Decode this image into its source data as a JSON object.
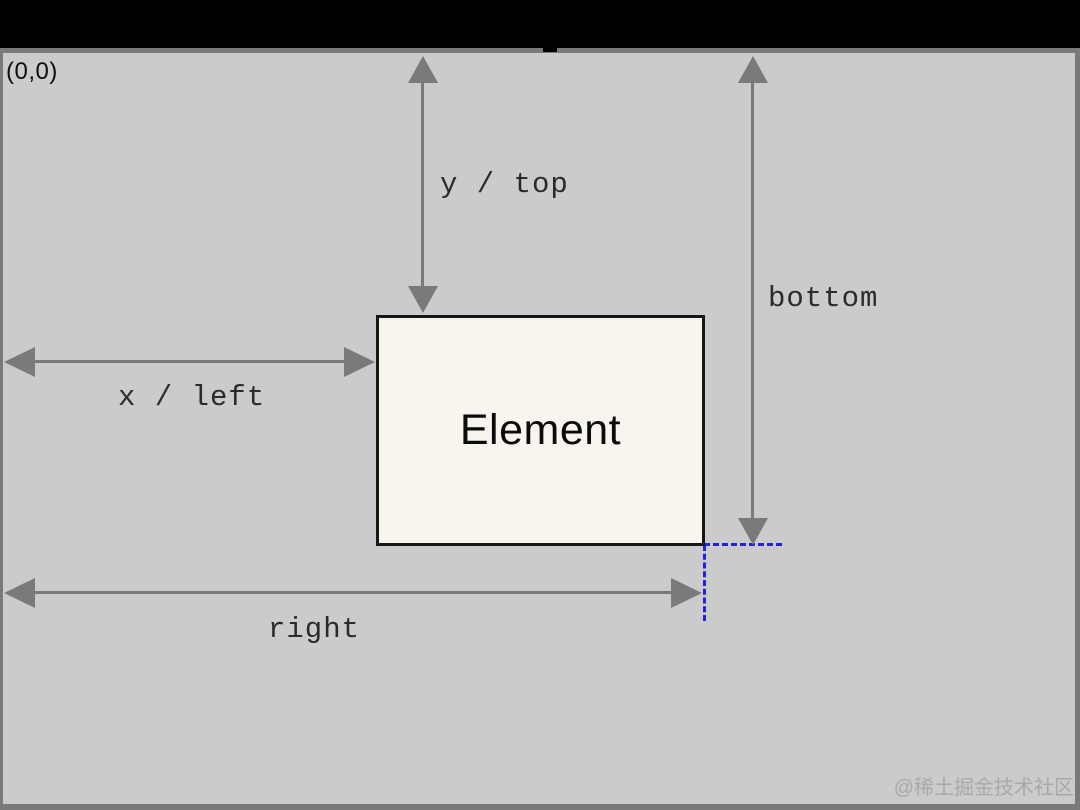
{
  "diagram": {
    "origin_label": "(0,0)",
    "element": {
      "label": "Element"
    },
    "labels": {
      "y_top": "y / top",
      "x_left": "x / left",
      "bottom": "bottom",
      "right": "right"
    },
    "colors": {
      "top_bar": "#000000",
      "frame_border": "#7a7a7a",
      "background": "#cbcbcb",
      "arrow": "#7a7a7a",
      "element_fill": "#f8f5ee",
      "element_border": "#161616",
      "label_text": "#2b2b2b",
      "guide_blue": "#2222dd",
      "watermark": "#a9a9a9"
    },
    "watermark": "@稀土掘金技术社区"
  }
}
